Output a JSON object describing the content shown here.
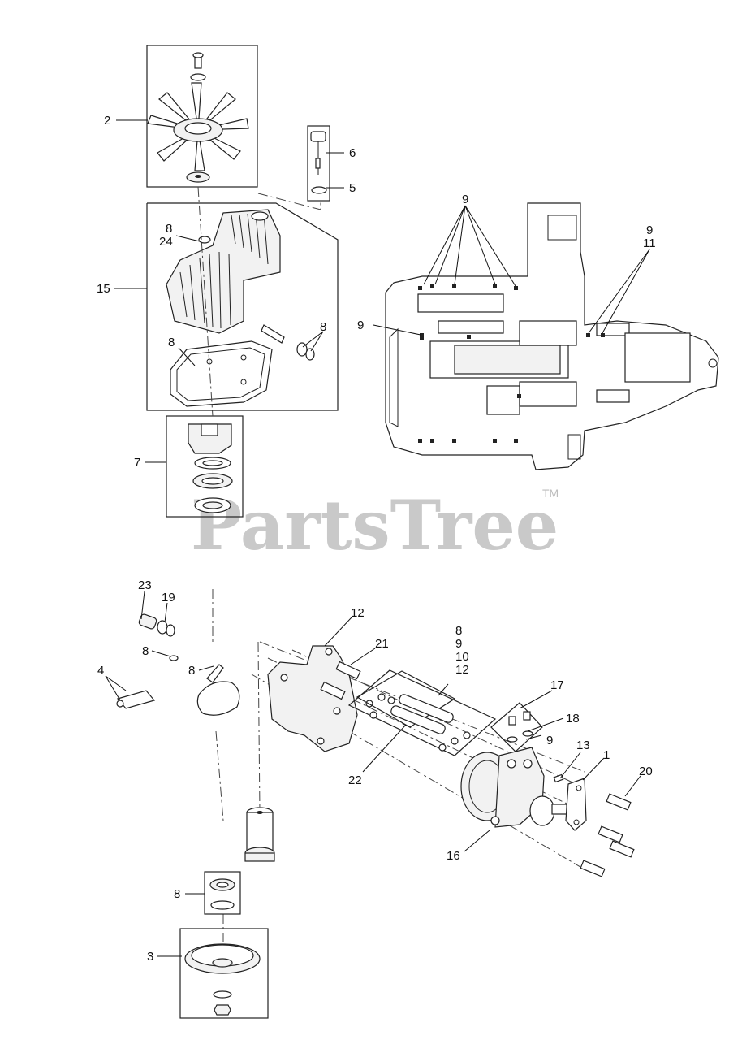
{
  "diagram": {
    "watermark": "PartsTree",
    "trademark": "TM",
    "callouts": {
      "c2": "2",
      "c6": "6",
      "c5": "5",
      "c8a": "8",
      "c24": "24",
      "c15": "15",
      "c8b": "8",
      "c8c": "8",
      "c7": "7",
      "c9a": "9",
      "c9b": "9",
      "c11": "11",
      "c9c": "9",
      "c23": "23",
      "c19": "19",
      "c8d": "8",
      "c4": "4",
      "c8e": "8",
      "c12a": "12",
      "c21": "21",
      "c8f": "8",
      "c9d": "9",
      "c10": "10",
      "c12b": "12",
      "c17": "17",
      "c18": "18",
      "c9e": "9",
      "c13": "13",
      "c1": "1",
      "c20": "20",
      "c22": "22",
      "c16": "16",
      "c8g": "8",
      "c3": "3"
    }
  }
}
